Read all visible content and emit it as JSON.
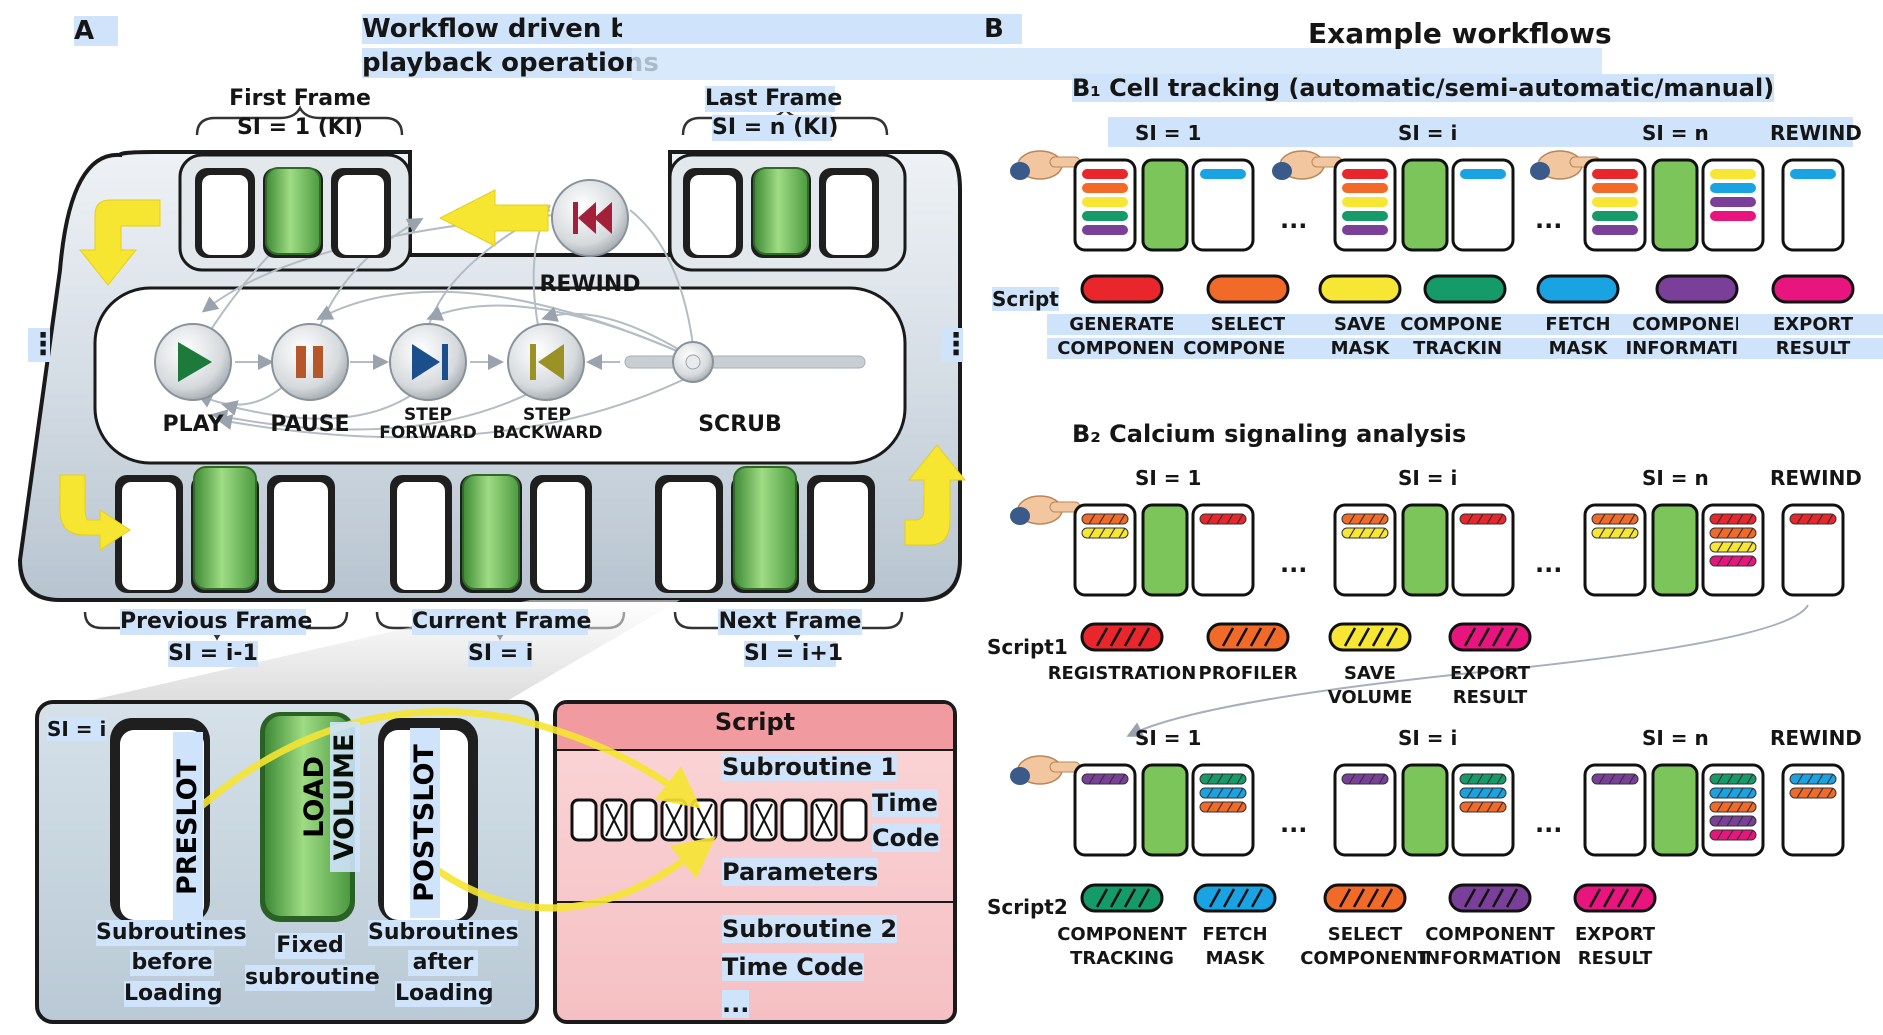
{
  "panel_a": {
    "letter": "A",
    "title_line1": "Workflow driven by",
    "title_line2": "playback operations",
    "first_frame": {
      "label": "First Frame",
      "si": "SI = 1 (KI)"
    },
    "last_frame": {
      "label": "Last Frame",
      "si": "SI = n (KI)"
    },
    "rewind": "REWIND",
    "controls": {
      "play": "PLAY",
      "pause": "PAUSE",
      "step_forward_1": "STEP",
      "step_forward_2": "FORWARD",
      "step_backward_1": "STEP",
      "step_backward_2": "BACKWARD",
      "scrub": "SCRUB"
    },
    "ellipsis": "⋮",
    "previous_frame": {
      "label": "Previous Frame",
      "si": "SI = i-1"
    },
    "current_frame": {
      "label": "Current Frame",
      "si": "SI = i"
    },
    "next_frame": {
      "label": "Next Frame",
      "si": "SI = i+1"
    },
    "detail": {
      "si": "SI = i",
      "preslot": "PRESLOT",
      "load_1": "LOAD",
      "load_2": "VOLUME",
      "postslot": "POSTSLOT",
      "before_1": "Subroutines",
      "before_2": "before",
      "before_3": "Loading",
      "fixed_1": "Fixed",
      "fixed_2": "subroutine",
      "after_1": "Subroutines",
      "after_2": "after",
      "after_3": "Loading"
    },
    "script": {
      "title": "Script",
      "sub1": "Subroutine 1",
      "time": "Time",
      "code": "Code",
      "parameters": "Parameters",
      "sub2": "Subroutine 2",
      "time_code": "Time Code",
      "more": "..."
    }
  },
  "panel_b": {
    "letter": "B",
    "title": "Example workflows",
    "b1": {
      "title": "B₁  Cell tracking (automatic/semi-automatic/manual)",
      "si1": "SI = 1",
      "sii": "SI = i",
      "sin": "SI = n",
      "rewind": "REWIND",
      "dots": "...",
      "script_label": "Script",
      "items": [
        {
          "line1": "GENERATE",
          "line2": "COMPONENT",
          "color": "#e8262b"
        },
        {
          "line1": "SELECT",
          "line2": "COMPONENT",
          "color": "#f26a28"
        },
        {
          "line1": "SAVE",
          "line2": "MASK",
          "color": "#f7e633"
        },
        {
          "line1": "COMPONENT",
          "line2": "TRACKING",
          "color": "#159a6a"
        },
        {
          "line1": "FETCH",
          "line2": "MASK",
          "color": "#1aa3e2"
        },
        {
          "line1": "COMPONENT",
          "line2": "INFORMATION",
          "color": "#7a3f98"
        },
        {
          "line1": "EXPORT",
          "line2": "RESULT",
          "color": "#e8157f"
        }
      ]
    },
    "b2": {
      "title": "B₂  Calcium signaling analysis",
      "si1": "SI = 1",
      "sii": "SI = i",
      "sin": "SI = n",
      "rewind": "REWIND",
      "dots": "...",
      "script1_label": "Script1",
      "script1_items": [
        {
          "line1": "REGISTRATION",
          "line2": "",
          "color": "#e8262b"
        },
        {
          "line1": "PROFILER",
          "line2": "",
          "color": "#f26a28"
        },
        {
          "line1": "SAVE",
          "line2": "VOLUME",
          "color": "#f7e633"
        },
        {
          "line1": "EXPORT",
          "line2": "RESULT",
          "color": "#e8157f"
        }
      ],
      "script2_label": "Script2",
      "script2_items": [
        {
          "line1": "COMPONENT",
          "line2": "TRACKING",
          "color": "#159a6a"
        },
        {
          "line1": "FETCH",
          "line2": "MASK",
          "color": "#1aa3e2"
        },
        {
          "line1": "SELECT",
          "line2": "COMPONENT",
          "color": "#f26a28"
        },
        {
          "line1": "COMPONENT",
          "line2": "INFORMATION",
          "color": "#7a3f98"
        },
        {
          "line1": "EXPORT",
          "line2": "RESULT",
          "color": "#e8157f"
        }
      ]
    }
  },
  "colors": {
    "red": "#e8262b",
    "orange": "#f26a28",
    "yellow": "#f7e633",
    "green": "#159a6a",
    "blue": "#1aa3e2",
    "purple": "#7a3f98",
    "pink": "#e8157f",
    "slot_green": "#7cc55a",
    "arrow_yellow": "#f6e531",
    "highlight": "#cfe4fb"
  }
}
